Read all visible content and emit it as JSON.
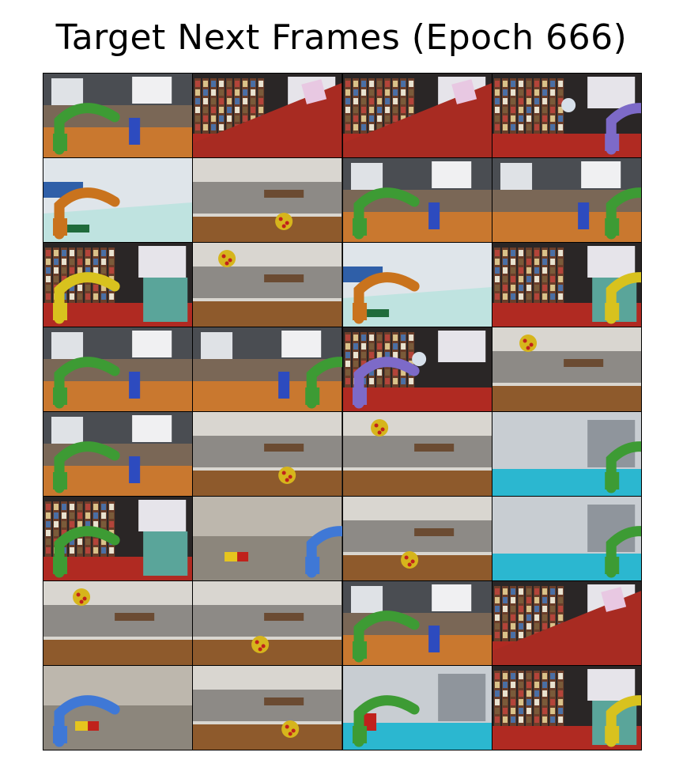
{
  "title": "Target Next Frames (Epoch 666)",
  "grid": {
    "rows": 8,
    "cols": 4,
    "frames": [
      {
        "scene": "office",
        "robot": "green-arm",
        "object": "blue-block"
      },
      {
        "scene": "library-ramp",
        "robot": "none",
        "object": "patterned-cube"
      },
      {
        "scene": "library-ramp",
        "robot": "none",
        "object": "patterned-cube"
      },
      {
        "scene": "library",
        "robot": "purple-arm",
        "object": "patterned-ball"
      },
      {
        "scene": "conference",
        "robot": "orange-arm",
        "object": "green-block"
      },
      {
        "scene": "living-room",
        "robot": "none",
        "object": "dotted-ball"
      },
      {
        "scene": "office",
        "robot": "green-arm",
        "object": "blue-block"
      },
      {
        "scene": "office",
        "robot": "green-arm",
        "object": "blue-block"
      },
      {
        "scene": "library",
        "robot": "yellow-arm",
        "object": "checkered-cube"
      },
      {
        "scene": "living-room",
        "robot": "none",
        "object": "dotted-ball"
      },
      {
        "scene": "conference",
        "robot": "orange-arm",
        "object": "green-block"
      },
      {
        "scene": "library",
        "robot": "yellow-arm",
        "object": "checkered-cube"
      },
      {
        "scene": "office",
        "robot": "green-arm",
        "object": "blue-block"
      },
      {
        "scene": "office",
        "robot": "green-arm",
        "object": "blue-block"
      },
      {
        "scene": "library",
        "robot": "purple-arm",
        "object": "patterned-ball"
      },
      {
        "scene": "living-room",
        "robot": "none",
        "object": "dotted-ball"
      },
      {
        "scene": "office",
        "robot": "green-arm",
        "object": "blue-block"
      },
      {
        "scene": "living-room",
        "robot": "none",
        "object": "dotted-ball"
      },
      {
        "scene": "living-room",
        "robot": "none",
        "object": "dotted-ball"
      },
      {
        "scene": "kitchen",
        "robot": "green-arm",
        "object": "none"
      },
      {
        "scene": "library",
        "robot": "green-arm",
        "object": "checkered-cube"
      },
      {
        "scene": "studio",
        "robot": "blue-arm",
        "object": "yellow-block"
      },
      {
        "scene": "living-room",
        "robot": "none",
        "object": "dotted-ball"
      },
      {
        "scene": "kitchen",
        "robot": "green-arm",
        "object": "none"
      },
      {
        "scene": "living-room",
        "robot": "none",
        "object": "dotted-ball"
      },
      {
        "scene": "living-room",
        "robot": "none",
        "object": "dotted-ball"
      },
      {
        "scene": "office",
        "robot": "green-arm",
        "object": "blue-block"
      },
      {
        "scene": "library-ramp",
        "robot": "none",
        "object": "patterned-cube"
      },
      {
        "scene": "studio",
        "robot": "blue-arm",
        "object": "yellow-block"
      },
      {
        "scene": "living-room",
        "robot": "none",
        "object": "dotted-ball"
      },
      {
        "scene": "kitchen",
        "robot": "green-arm",
        "object": "red-cube"
      },
      {
        "scene": "library",
        "robot": "yellow-arm",
        "object": "checkered-cube"
      }
    ]
  },
  "colors": {
    "office_floor": "#c9782f",
    "library_floor": "#b02a22",
    "conference_table": "#bfe3e0",
    "kitchen_table": "#2bb7d0",
    "living_floor": "#8e5a2c",
    "green_arm": "#3d9b34",
    "orange_arm": "#c9731d",
    "yellow_arm": "#d8c21e",
    "purple_arm": "#7d6ac8",
    "blue_arm": "#3f78d6"
  }
}
